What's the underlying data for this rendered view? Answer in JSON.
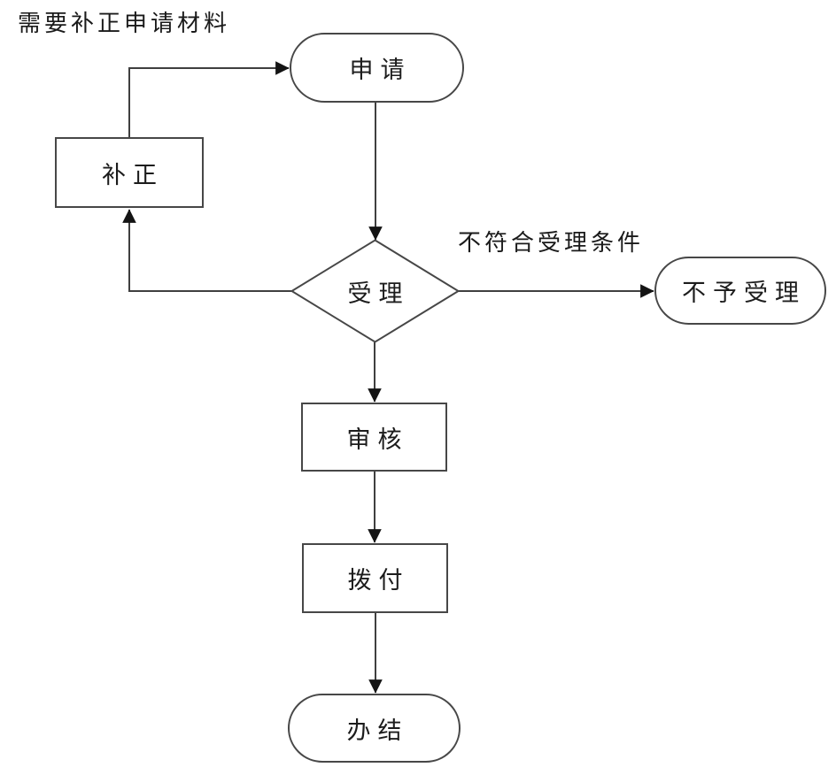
{
  "diagram": {
    "type": "flowchart",
    "background": "#ffffff",
    "colors": {
      "line": "#3f3f3f",
      "arrowhead": "#141414",
      "node_border": "#474747",
      "node_fill": "#ffffff",
      "text": "#1c1c1c"
    },
    "annotations": {
      "supplement_note": "需要补正申请材料",
      "reject_note": "不符合受理条件"
    },
    "nodes": {
      "apply": {
        "label": "申请",
        "shape": "stadium"
      },
      "supplement": {
        "label": "补正",
        "shape": "rect"
      },
      "accept": {
        "label": "受理",
        "shape": "diamond"
      },
      "reject": {
        "label": "不予受理",
        "shape": "stadium"
      },
      "review": {
        "label": "审核",
        "shape": "rect"
      },
      "disburse": {
        "label": "拨付",
        "shape": "rect"
      },
      "complete": {
        "label": "办结",
        "shape": "stadium"
      }
    },
    "edges": [
      {
        "from": "supplement",
        "to": "apply"
      },
      {
        "from": "apply",
        "to": "accept"
      },
      {
        "from": "accept",
        "to": "supplement",
        "note": "supplement_note"
      },
      {
        "from": "accept",
        "to": "reject",
        "note": "reject_note"
      },
      {
        "from": "accept",
        "to": "review"
      },
      {
        "from": "review",
        "to": "disburse"
      },
      {
        "from": "disburse",
        "to": "complete"
      }
    ]
  }
}
